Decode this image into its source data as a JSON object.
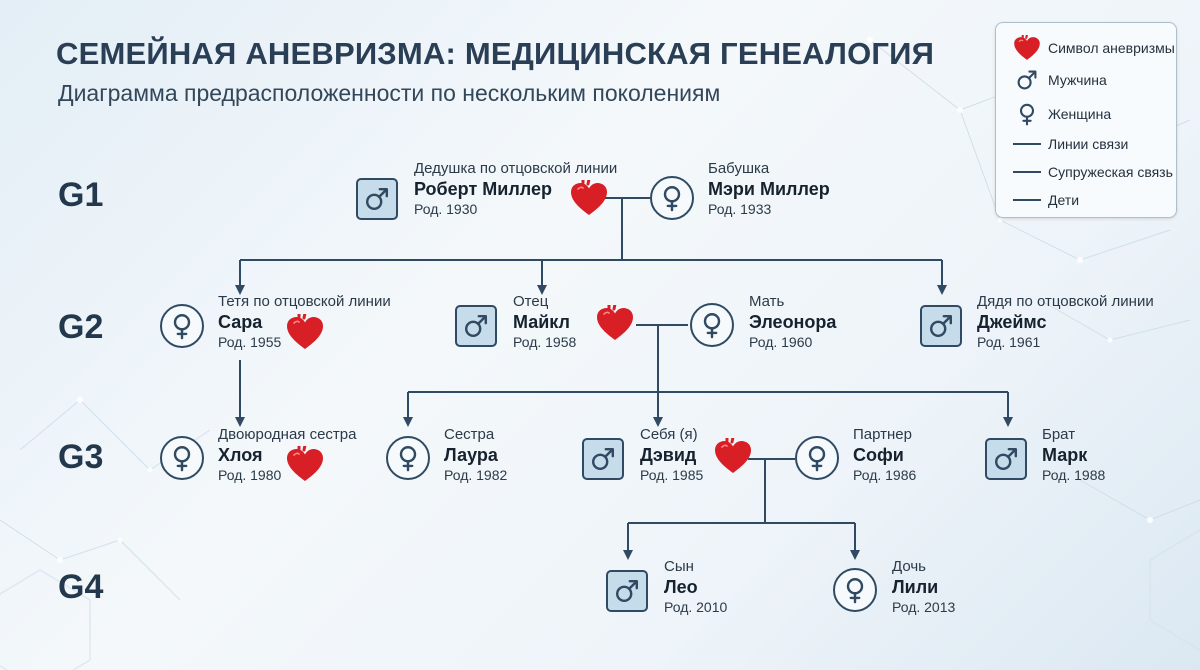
{
  "header": {
    "title": "СЕМЕЙНАЯ АНЕВРИЗМА: МЕДИЦИНСКАЯ ГЕНЕАЛОГИЯ",
    "subtitle": "Диаграмма предрасположенности по нескольким поколениям"
  },
  "generations": [
    "G1",
    "G2",
    "G3",
    "G4"
  ],
  "legend": {
    "aneurysm": "Символ аневризмы",
    "male": "Мужчина",
    "female": "Женщина",
    "links": "Линии связи",
    "spouse": "Супружеская связь",
    "children": "Дети"
  },
  "people": {
    "robert": {
      "role": "Дедушка по отцовской линии",
      "name": "Роберт Миллер",
      "born": "Род. 1930",
      "sex": "male",
      "aneurysm": true
    },
    "mary": {
      "role": "Бабушка",
      "name": "Мэри Миллер",
      "born": "Род. 1933",
      "sex": "female",
      "aneurysm": false
    },
    "sara": {
      "role": "Тетя по отцовской линии",
      "name": "Сара",
      "born": "Род. 1955",
      "sex": "female",
      "aneurysm": true
    },
    "michael": {
      "role": "Отец",
      "name": "Майкл",
      "born": "Род. 1958",
      "sex": "male",
      "aneurysm": true
    },
    "eleonora": {
      "role": "Мать",
      "name": "Элеонора",
      "born": "Род. 1960",
      "sex": "female",
      "aneurysm": false
    },
    "james": {
      "role": "Дядя по отцовской линии",
      "name": "Джеймс",
      "born": "Род. 1961",
      "sex": "male",
      "aneurysm": false
    },
    "chloe": {
      "role": "Двоюродная сестра",
      "name": "Хлоя",
      "born": "Род. 1980",
      "sex": "female",
      "aneurysm": true
    },
    "laura": {
      "role": "Сестра",
      "name": "Лаура",
      "born": "Род. 1982",
      "sex": "female",
      "aneurysm": false
    },
    "david": {
      "role": "Себя (я)",
      "name": "Дэвид",
      "born": "Род. 1985",
      "sex": "male",
      "aneurysm": true
    },
    "sofi": {
      "role": "Партнер",
      "name": "Софи",
      "born": "Род. 1986",
      "sex": "female",
      "aneurysm": false
    },
    "mark": {
      "role": "Брат",
      "name": "Марк",
      "born": "Род. 1988",
      "sex": "male",
      "aneurysm": false
    },
    "leo": {
      "role": "Сын",
      "name": "Лео",
      "born": "Род. 2010",
      "sex": "male",
      "aneurysm": false
    },
    "lili": {
      "role": "Дочь",
      "name": "Лили",
      "born": "Род. 2013",
      "sex": "female",
      "aneurysm": false
    }
  },
  "colors": {
    "heart": "#d81f26",
    "line": "#2f4a62",
    "male_fill": "#c7dcea",
    "title": "#2a3f55"
  },
  "icons": {
    "aneurysm": "heart-icon",
    "male": "male-symbol-icon",
    "female": "female-symbol-icon"
  }
}
